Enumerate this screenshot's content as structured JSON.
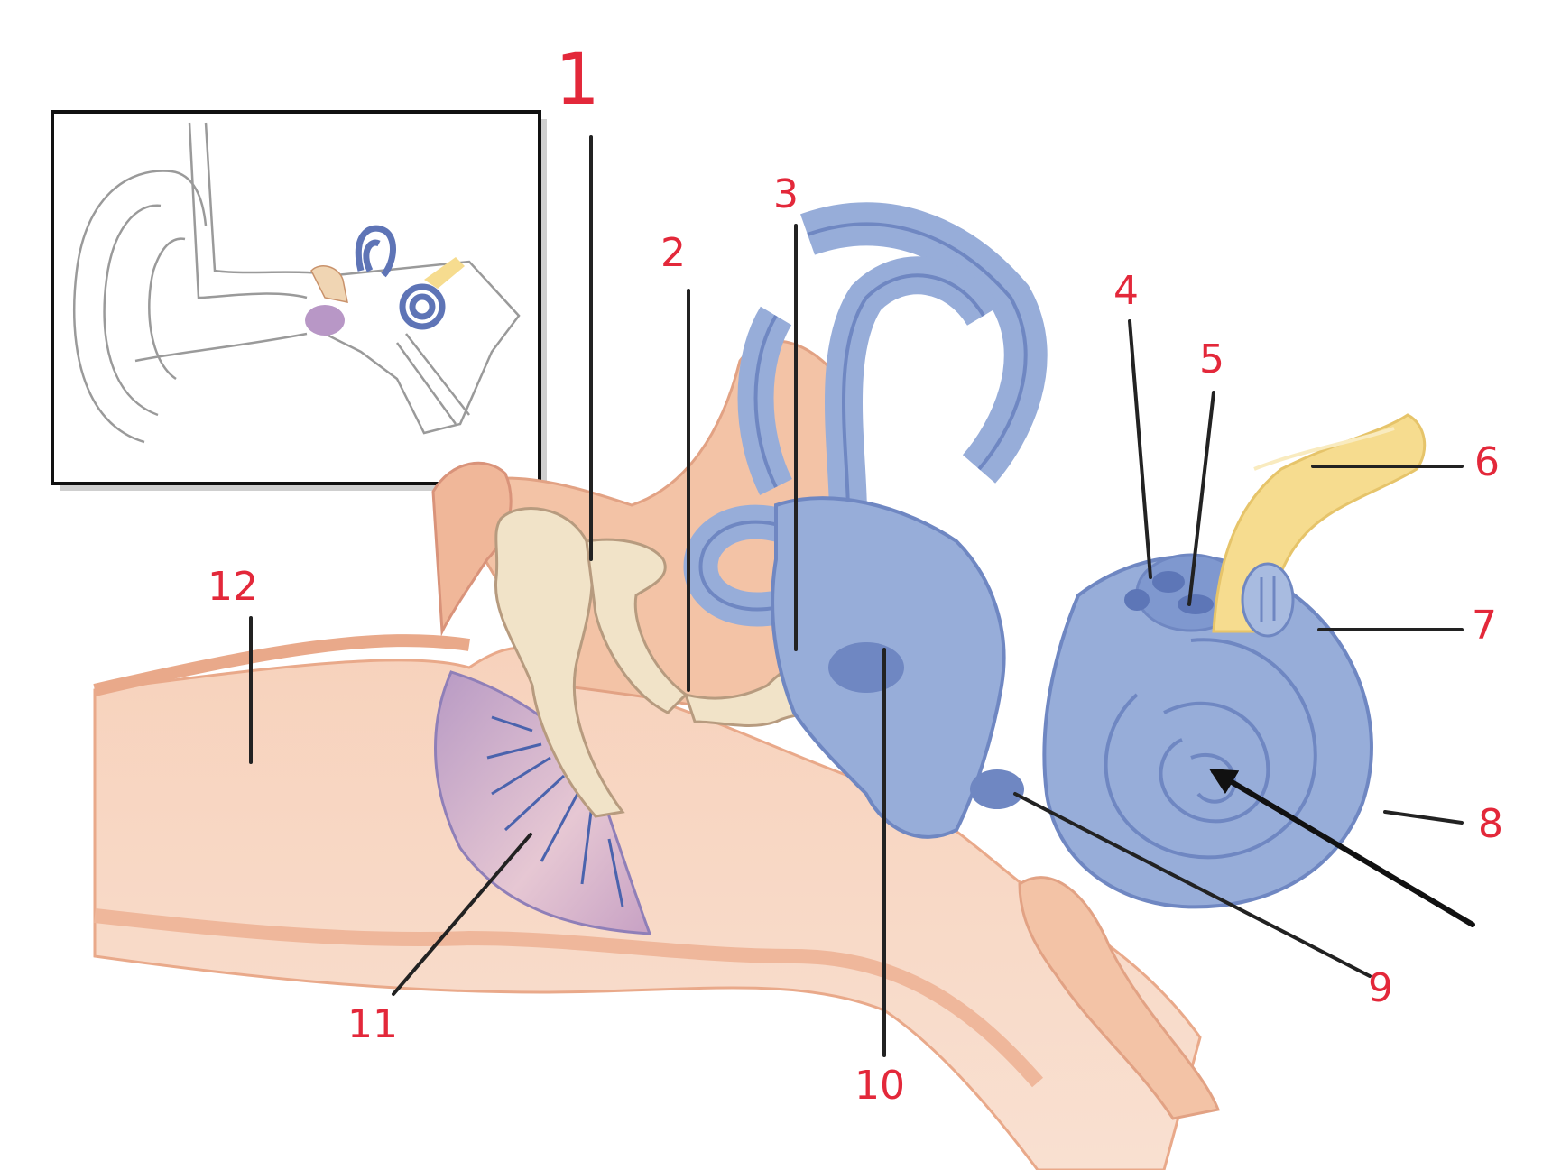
{
  "diagram": {
    "labels": [
      {
        "id": "1",
        "text": "1"
      },
      {
        "id": "2",
        "text": "2"
      },
      {
        "id": "3",
        "text": "3"
      },
      {
        "id": "4",
        "text": "4"
      },
      {
        "id": "5",
        "text": "5"
      },
      {
        "id": "6",
        "text": "6"
      },
      {
        "id": "7",
        "text": "7"
      },
      {
        "id": "8",
        "text": "8"
      },
      {
        "id": "9",
        "text": "9"
      },
      {
        "id": "10",
        "text": "10"
      },
      {
        "id": "11",
        "text": "11"
      },
      {
        "id": "12",
        "text": "12"
      }
    ],
    "colors": {
      "label_text": "#e3283a",
      "leader_line": "#222222",
      "tissue": "#f6cdb5",
      "tissue_dark": "#e9a98a",
      "bone": "#f1e3c8",
      "labyrinth": "#97add9",
      "labyrinth_dark": "#6f87c2",
      "nerve": "#f6dc8f",
      "eardrum": "#c8a4c9"
    },
    "icons": [
      "leader-arrow-icon",
      "inset-ear-thumbnail-icon"
    ]
  }
}
